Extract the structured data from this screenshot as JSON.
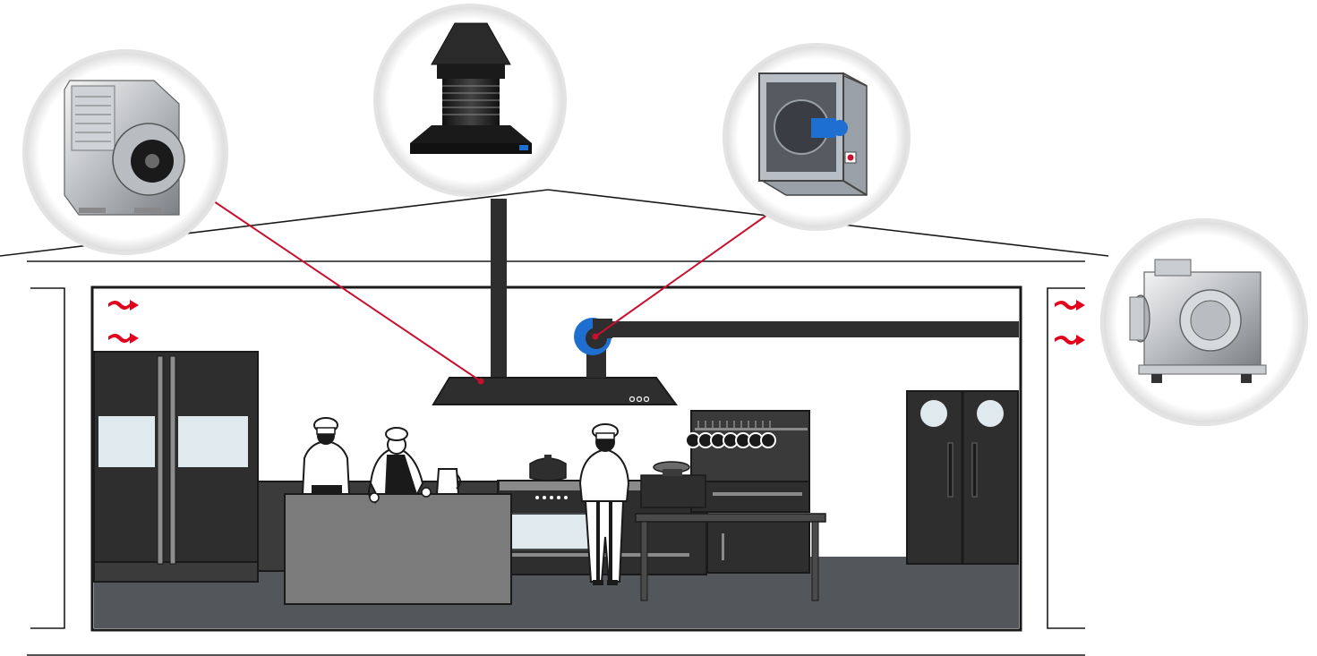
{
  "colors": {
    "background": "#ffffff",
    "outline": "#1a1a1a",
    "dark": "#2e2e2e",
    "mid": "#4a4a4a",
    "counter": "#7b7b7b",
    "floor": "#53565a",
    "glass": "#dfe9ee",
    "chef_white": "#ffffff",
    "callout_line": "#c8102e",
    "airflow": "#e3001b",
    "fan_blue": "#1f6fd1",
    "bubble_ring": "#e3e3e3"
  },
  "callouts": [
    {
      "name": "centrifugal-fan-callout",
      "icon": "centrifugal-fan-icon"
    },
    {
      "name": "roof-fan-callout",
      "icon": "roof-fan-icon"
    },
    {
      "name": "box-fan-callout",
      "icon": "box-fan-icon"
    },
    {
      "name": "kitchen-box-fan-callout",
      "icon": "kitchen-box-fan-icon"
    }
  ],
  "airflow": {
    "icon": "airflow-arrow-icon",
    "left_count": 2,
    "right_count": 2
  },
  "hood": {
    "indicator_dots": 3
  },
  "stove": {
    "knobs": 5
  },
  "pots_rack": {
    "pots": 7
  },
  "chefs": {
    "count": 3
  }
}
